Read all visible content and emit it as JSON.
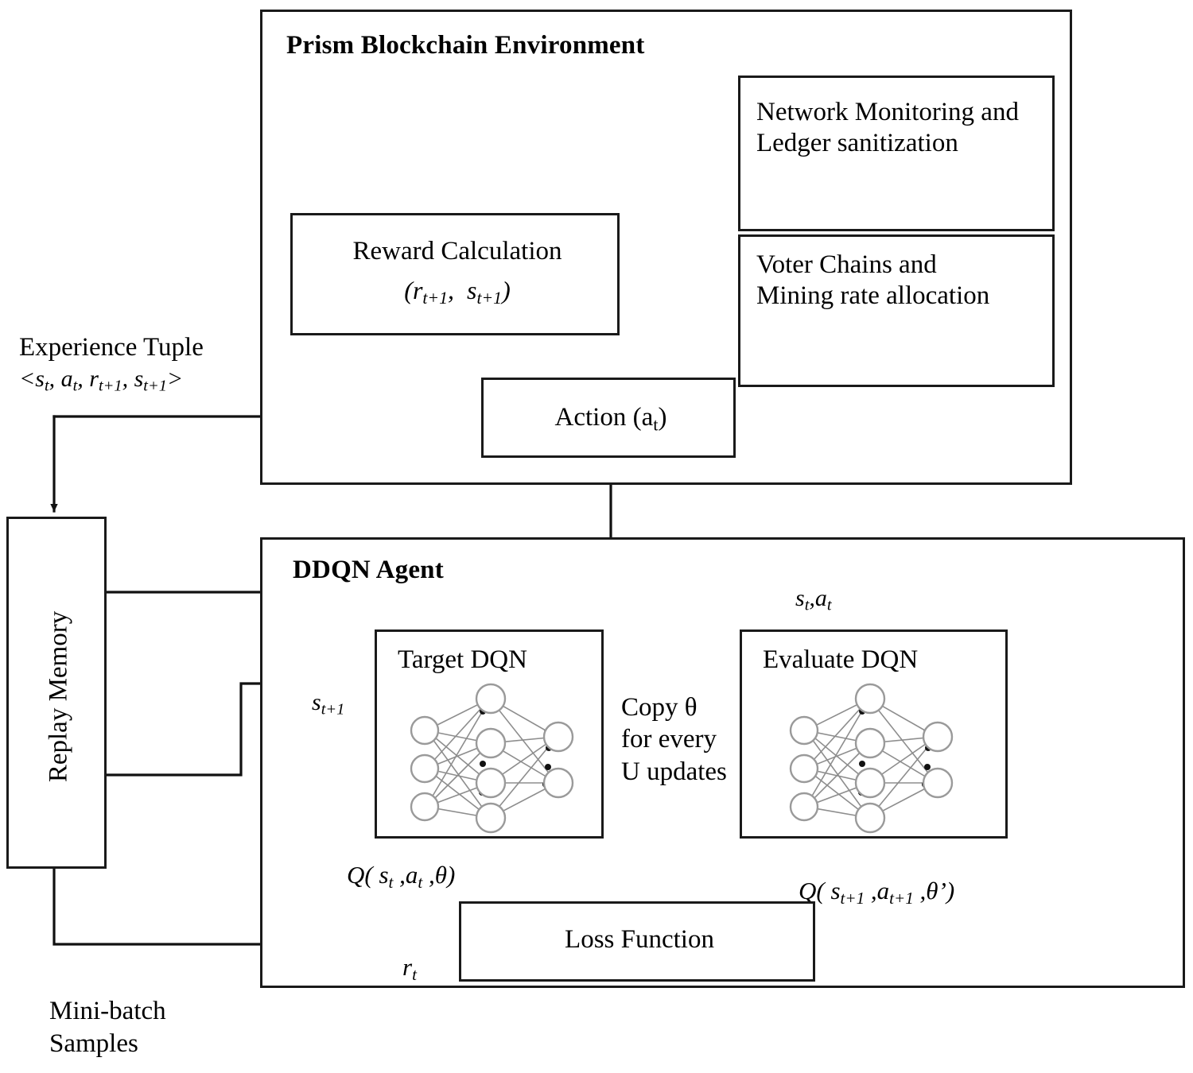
{
  "diagram": {
    "title": "DDQN agent interacting with Prism Blockchain Environment",
    "environment": {
      "label": "Prism Blockchain Environment",
      "boxes": {
        "network_monitoring": "Network Monitoring and Ledger sanitization",
        "voter_chains": "Voter Chains and Mining rate allocation",
        "reward_calculation_title": "Reward Calculation",
        "reward_calculation_formula": "(r t+1 ,  s t+1 )",
        "action": "Action (a t )"
      }
    },
    "agent": {
      "label": "DDQN Agent",
      "boxes": {
        "target_dqn": "Target DQN",
        "evaluate_dqn": "Evaluate DQN",
        "loss_function": "Loss Function"
      },
      "annotations": {
        "copy_theta": "Copy θ for every U updates",
        "copy_theta_line1": "Copy θ",
        "copy_theta_line2": "for every",
        "copy_theta_line3": "U updates",
        "state_next": "s",
        "state_next_sub": "t+1",
        "state_action": "s , a",
        "q_target": "Q( s ,a ,θ)",
        "q_eval": "Q( s t+1 ,a t+1 ,θ’)",
        "reward_t": "r",
        "reward_t_sub": "t"
      }
    },
    "memory": {
      "replay_memory": "Replay Memory",
      "experience_tuple_line1": "Experience Tuple",
      "experience_tuple_line2": "<s , a , r      , s      >",
      "minibatch_line1": "Mini-batch",
      "minibatch_line2": "Samples"
    },
    "colors": {
      "stroke": "#1a1a1a",
      "background": "#ffffff",
      "node_stroke": "#9a9a9a"
    }
  }
}
